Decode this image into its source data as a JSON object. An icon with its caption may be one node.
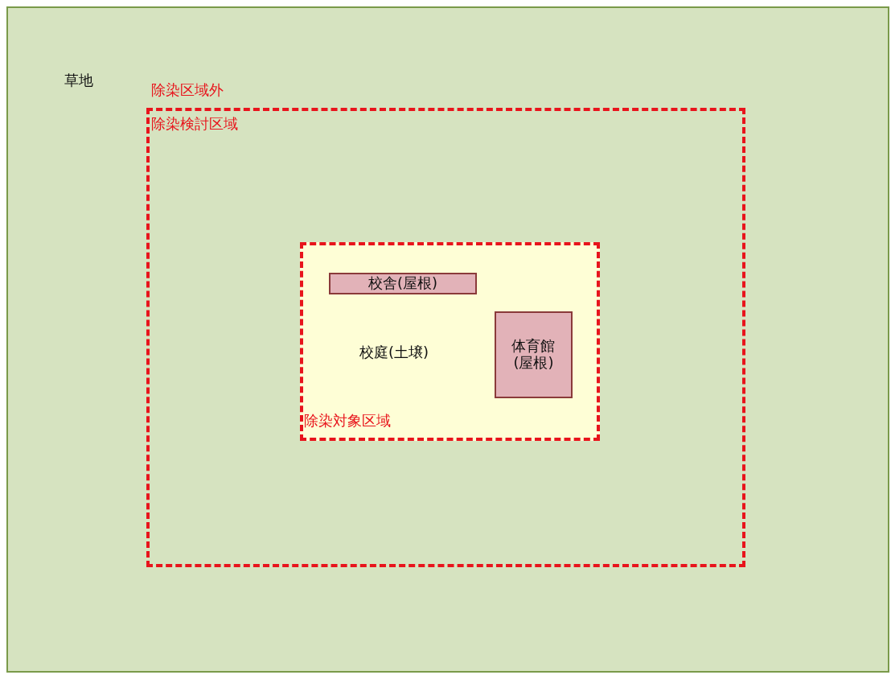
{
  "diagram": {
    "nodes": [
      {
        "text": [
          "草地",
          "除染区域外"
        ]
      },
      {
        "text": [
          "除染検討区域"
        ],
        "in": 0
      },
      {
        "text": [
          "校庭(土壌)",
          "除染対象区域"
        ],
        "in": 1
      },
      {
        "text": [
          "校舎(屋根)"
        ],
        "in": 2
      },
      {
        "text": [
          "体育館(屋根)"
        ],
        "in": 2
      }
    ]
  }
}
